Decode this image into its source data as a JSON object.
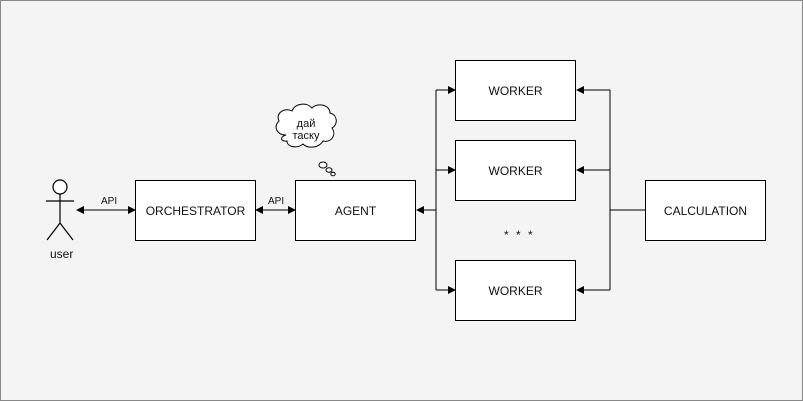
{
  "diagram": {
    "actor": {
      "label": "user"
    },
    "thought_bubble": {
      "line1": "дай",
      "line2": "таску"
    },
    "nodes": {
      "orchestrator": "ORCHESTRATOR",
      "agent": "AGENT",
      "worker_1": "WORKER",
      "worker_2": "WORKER",
      "worker_3": "WORKER",
      "calculation": "CALCULATION"
    },
    "edge_labels": {
      "user_orchestrator": "API",
      "orchestrator_agent": "API"
    },
    "ellipsis": "* * *"
  }
}
